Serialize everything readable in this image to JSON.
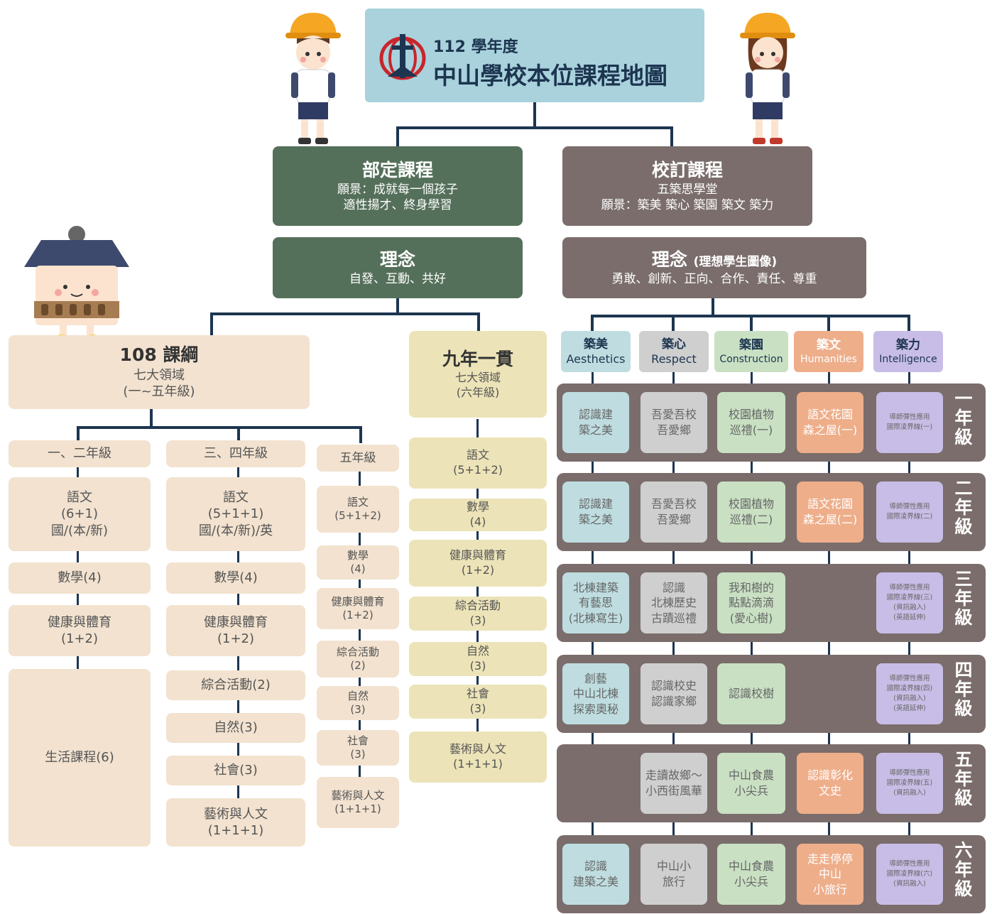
{
  "header": {
    "year": "112 學年度",
    "title": "中山學校本位課程地圖"
  },
  "national": {
    "title": "部定課程",
    "vision_1": "願景：成就每一個孩子",
    "vision_2": "適性揚才、終身學習",
    "idea_title": "理念",
    "idea_text": "自發、互動、共好"
  },
  "school": {
    "title": "校訂課程",
    "sub": "五築思學堂",
    "vision": "願景：築美 築心 築園 築文 築力",
    "idea_title": "理念",
    "idea_note": "(理想學生圖像)",
    "idea_text": "勇敢、創新、正向、合作、責任、尊重"
  },
  "curriculum108": {
    "title": "108 課綱",
    "sub": "七大領域",
    "grades": "(一~五年級)"
  },
  "nine_year": {
    "title": "九年一貫",
    "sub": "七大領域",
    "grades": "(六年級)"
  },
  "col12": {
    "header": "一、二年級",
    "items": [
      [
        "語文",
        "(6+1)",
        "國/(本/新)"
      ],
      [
        "數學(4)"
      ],
      [
        "健康與體育",
        "(1+2)"
      ],
      [
        "生活課程(6)"
      ]
    ]
  },
  "col34": {
    "header": "三、四年級",
    "items": [
      [
        "語文",
        "(5+1+1)",
        "國/(本/新)/英"
      ],
      [
        "數學(4)"
      ],
      [
        "健康與體育",
        "(1+2)"
      ],
      [
        "綜合活動(2)"
      ],
      [
        "自然(3)"
      ],
      [
        "社會(3)"
      ],
      [
        "藝術與人文",
        "(1+1+1)"
      ]
    ]
  },
  "col5": {
    "header": "五年級",
    "items": [
      [
        "語文",
        "(5+1+2)"
      ],
      [
        "數學",
        "(4)"
      ],
      [
        "健康與體育",
        "(1+2)"
      ],
      [
        "綜合活動",
        "(2)"
      ],
      [
        "自然",
        "(3)"
      ],
      [
        "社會",
        "(3)"
      ],
      [
        "藝術與人文",
        "(1+1+1)"
      ]
    ]
  },
  "col6": {
    "items": [
      [
        "語文",
        "(5+1+2)"
      ],
      [
        "數學",
        "(4)"
      ],
      [
        "健康與體育",
        "(1+2)"
      ],
      [
        "綜合活動",
        "(3)"
      ],
      [
        "自然",
        "(3)"
      ],
      [
        "社會",
        "(3)"
      ],
      [
        "藝術與人文",
        "(1+1+1)"
      ]
    ]
  },
  "pillars": [
    {
      "zh": "築美",
      "en": "Aesthetics"
    },
    {
      "zh": "築心",
      "en": "Respect"
    },
    {
      "zh": "築園",
      "en": "Construction"
    },
    {
      "zh": "築文",
      "en": "Humanities"
    },
    {
      "zh": "築力",
      "en": "Intelligence"
    }
  ],
  "grades": [
    {
      "label": [
        "一",
        "年",
        "級"
      ],
      "cells": [
        [
          "認識建",
          "築之美"
        ],
        [
          "吾愛吾校",
          "吾愛鄉"
        ],
        [
          "校園植物",
          "巡禮(一)"
        ],
        [
          "語文花園",
          "森之屋(一)"
        ],
        [
          "導師彈性應用",
          "國際凌界線(一)"
        ]
      ]
    },
    {
      "label": [
        "二",
        "年",
        "級"
      ],
      "cells": [
        [
          "認識建",
          "築之美"
        ],
        [
          "吾愛吾校",
          "吾愛鄉"
        ],
        [
          "校園植物",
          "巡禮(二)"
        ],
        [
          "語文花園",
          "森之屋(二)"
        ],
        [
          "導師彈性應用",
          "國際凌界線(二)"
        ]
      ]
    },
    {
      "label": [
        "三",
        "年",
        "級"
      ],
      "cells": [
        [
          "北棟建築",
          "有藝思",
          "(北棟寫生)"
        ],
        [
          "認識",
          "北棟歷史",
          "古蹟巡禮"
        ],
        [
          "我和樹的",
          "點點滴滴",
          "(愛心樹)"
        ],
        null,
        [
          "導師彈性應用",
          "國際凌界線(三)",
          "(資訊融入)",
          "(英語延伸)"
        ]
      ]
    },
    {
      "label": [
        "四",
        "年",
        "級"
      ],
      "cells": [
        [
          "創藝",
          "中山北棟",
          "探索奧秘"
        ],
        [
          "認識校史",
          "認識家鄉"
        ],
        [
          "認識校樹"
        ],
        null,
        [
          "導師彈性應用",
          "國際凌界線(四)",
          "(資訊融入)",
          "(英語延伸)"
        ]
      ]
    },
    {
      "label": [
        "五",
        "年",
        "級"
      ],
      "cells": [
        null,
        [
          "走讀故鄉～",
          "小西街風華"
        ],
        [
          "中山食農",
          "小尖兵"
        ],
        [
          "認識彰化",
          "文史"
        ],
        [
          "導師彈性應用",
          "國際凌界線(五)",
          "(資訊融入)"
        ]
      ]
    },
    {
      "label": [
        "六",
        "年",
        "級"
      ],
      "cells": [
        [
          "認識",
          "建築之美"
        ],
        [
          "中山小",
          "旅行"
        ],
        [
          "中山食農",
          "小尖兵"
        ],
        [
          "走走停停",
          "中山",
          "小旅行"
        ],
        [
          "導師彈性應用",
          "國際凌界線(六)",
          "(資訊融入)"
        ]
      ]
    }
  ],
  "colors": {
    "national": "#55705a",
    "school": "#7a6d6b",
    "header": "#a9d2dc",
    "beige": "#f2e2cf",
    "yellow": "#ece3b8",
    "line": "#1d3550"
  },
  "icons": [
    "school-logo-icon",
    "boy-student-icon",
    "girl-student-icon",
    "school-building-mascot-icon"
  ]
}
